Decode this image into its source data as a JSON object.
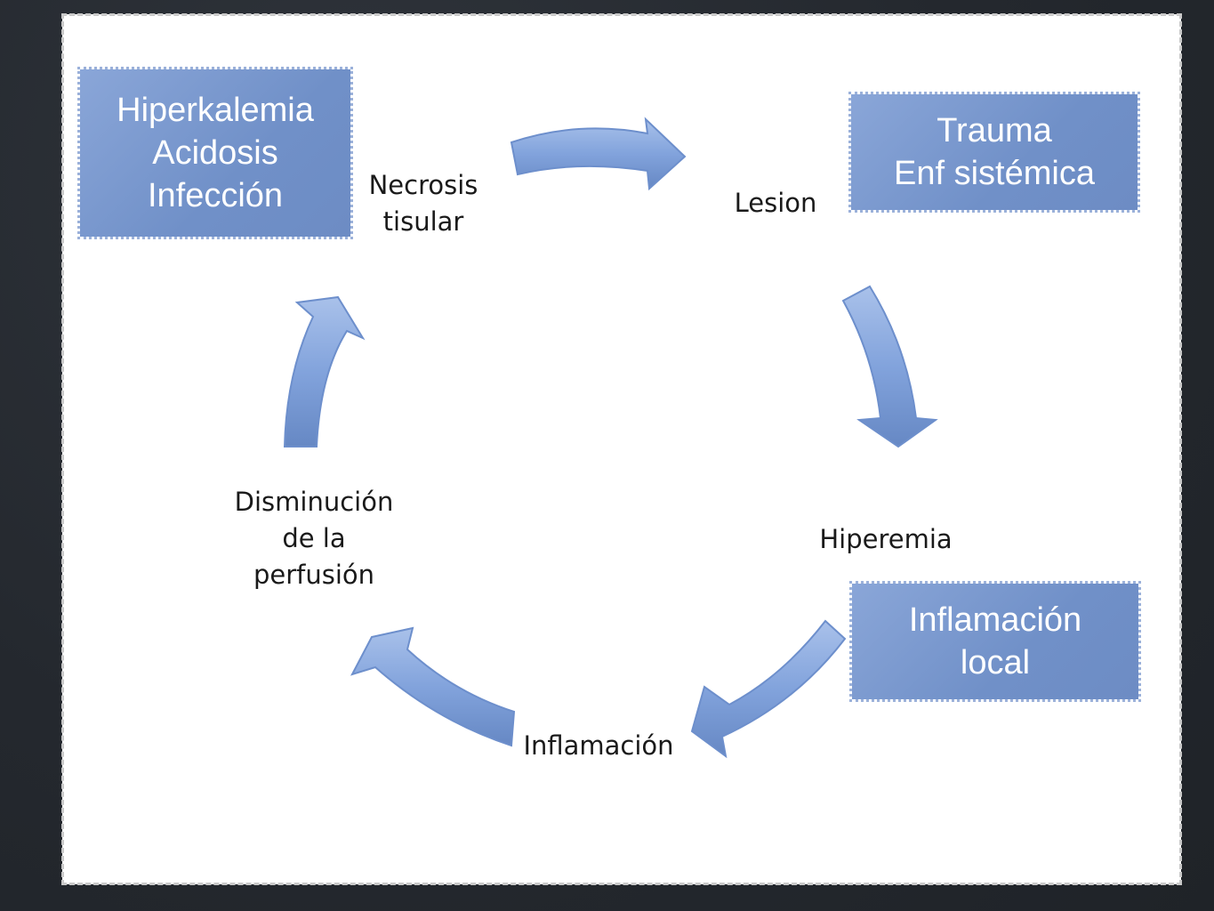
{
  "boxes": {
    "top_left": [
      "Hiperkalemia",
      "Acidosis",
      "Infección"
    ],
    "top_right": [
      "Trauma",
      "Enf sistémica"
    ],
    "bottom_right": [
      "Inflamación",
      "local"
    ]
  },
  "cycle": {
    "necrosis": [
      "Necrosis",
      "tisular"
    ],
    "lesion": [
      "Lesion"
    ],
    "hiperemia": [
      "Hiperemia"
    ],
    "inflamacion": [
      "Inflamación"
    ],
    "disminucion": [
      "Disminución",
      "de la",
      "perfusión"
    ]
  },
  "colors": {
    "box_fill": "#7b9ad0",
    "arrow_fill": "#82a3dc",
    "background": "#262a30"
  }
}
